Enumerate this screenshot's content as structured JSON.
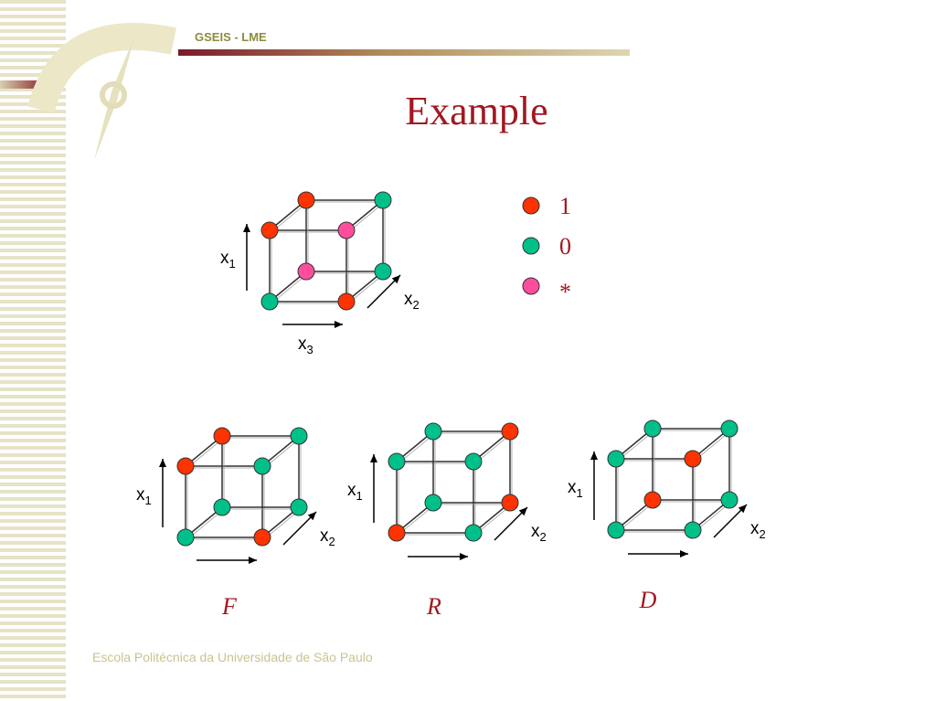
{
  "header": {
    "org_label": "GSEIS - LME"
  },
  "title": "Example",
  "footer": "Escola Politécnica da Universidade de São Paulo",
  "colors": {
    "one": "#ff3300",
    "zero": "#00c08a",
    "star": "#ff4d9e",
    "title": "#a01820",
    "header_text": "#8c8c3c"
  },
  "legend": [
    {
      "color": "one",
      "label": "1"
    },
    {
      "color": "zero",
      "label": "0"
    },
    {
      "color": "star",
      "label": "*"
    }
  ],
  "cubes": {
    "example": {
      "label": "",
      "axes": {
        "x1": "x1",
        "x2": "x2",
        "x3": "x3"
      },
      "vertices": {
        "bfl": "zero",
        "bfr": "one",
        "tfl": "one",
        "tfr": "star",
        "bbl": "star",
        "bbr": "zero",
        "tbl": "one",
        "tbr": "zero"
      }
    },
    "F": {
      "label": "F",
      "axes": {
        "x1": "x1",
        "x2": "x2"
      },
      "vertices": {
        "bfl": "zero",
        "bfr": "one",
        "tfl": "one",
        "tfr": "zero",
        "bbl": "zero",
        "bbr": "zero",
        "tbl": "one",
        "tbr": "zero"
      }
    },
    "R": {
      "label": "R",
      "axes": {
        "x1": "x1",
        "x2": "x2"
      },
      "vertices": {
        "bfl": "one",
        "bfr": "zero",
        "tfl": "zero",
        "tfr": "zero",
        "bbl": "zero",
        "bbr": "one",
        "tbl": "zero",
        "tbr": "one"
      }
    },
    "D": {
      "label": "D",
      "axes": {
        "x1": "x1",
        "x2": "x2"
      },
      "vertices": {
        "bfl": "zero",
        "bfr": "zero",
        "tfl": "zero",
        "tfr": "one",
        "bbl": "one",
        "bbr": "zero",
        "tbl": "zero",
        "tbr": "zero"
      }
    }
  }
}
